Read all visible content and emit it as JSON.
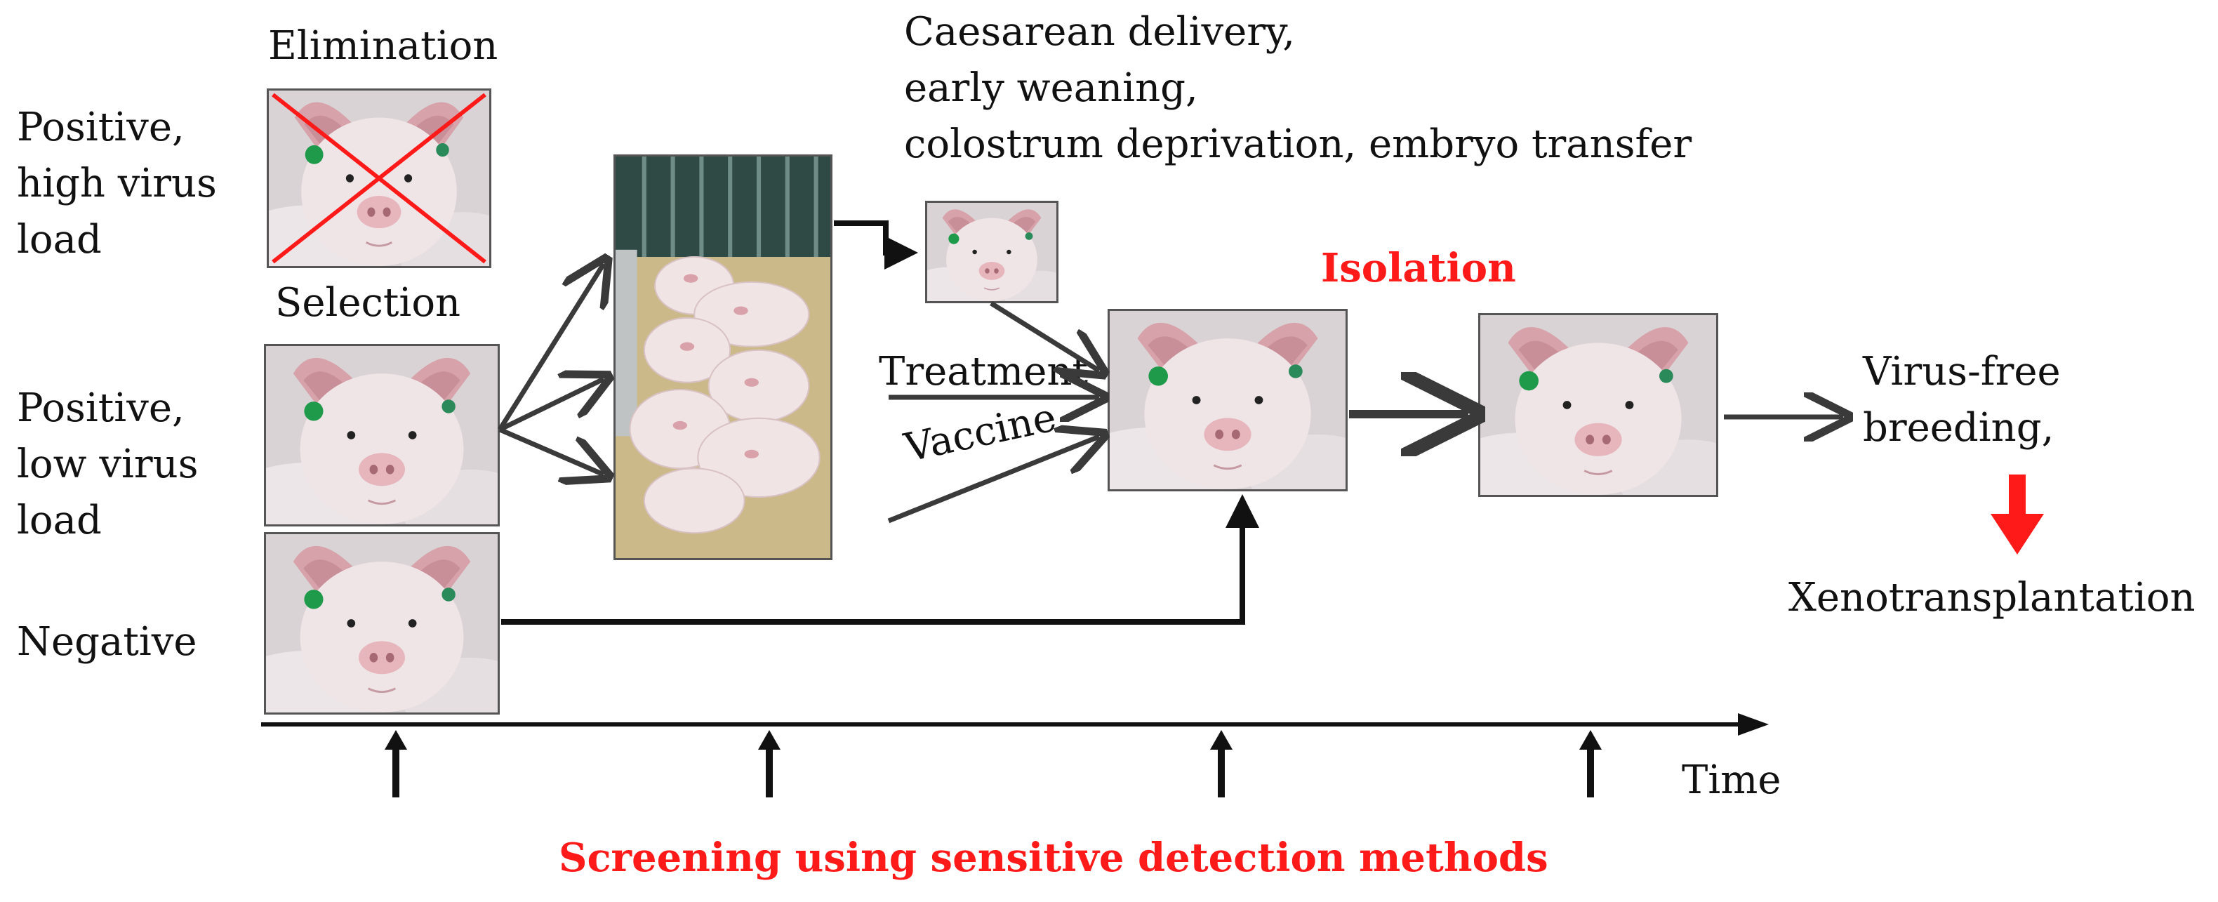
{
  "labels": {
    "positive_high": [
      "Positive,",
      "high virus",
      "load"
    ],
    "positive_low": [
      "Positive,",
      "low virus",
      "load"
    ],
    "negative": "Negative",
    "elimination": "Elimination",
    "selection": "Selection",
    "methods": [
      "Caesarean delivery,",
      "early weaning,",
      "colostrum deprivation, embryo transfer"
    ],
    "isolation": "Isolation",
    "treatment": "Treatment",
    "vaccine": "Vaccine",
    "virus_free": [
      "Virus-free",
      "breeding,"
    ],
    "xeno": "Xenotransplantation",
    "time": "Time",
    "screening": "Screening using sensitive detection methods"
  },
  "colors": {
    "accent_red": "#ff1a1a",
    "arrow": "#3a3a3a",
    "pig_skin": "#ecdfe0",
    "ear": "#d7a2a9",
    "ear_tag": "#1f9a4a",
    "snout": "#e7b6bd",
    "pen_bars": "#2f4a44",
    "straw": "#c8b27a"
  },
  "images": [
    {
      "name": "pig-eliminated",
      "crossed": true
    },
    {
      "name": "pig-positive-low"
    },
    {
      "name": "pig-negative"
    },
    {
      "name": "pig-pen-group"
    },
    {
      "name": "piglet-small"
    },
    {
      "name": "pig-isolated"
    },
    {
      "name": "pig-virus-free"
    }
  ]
}
